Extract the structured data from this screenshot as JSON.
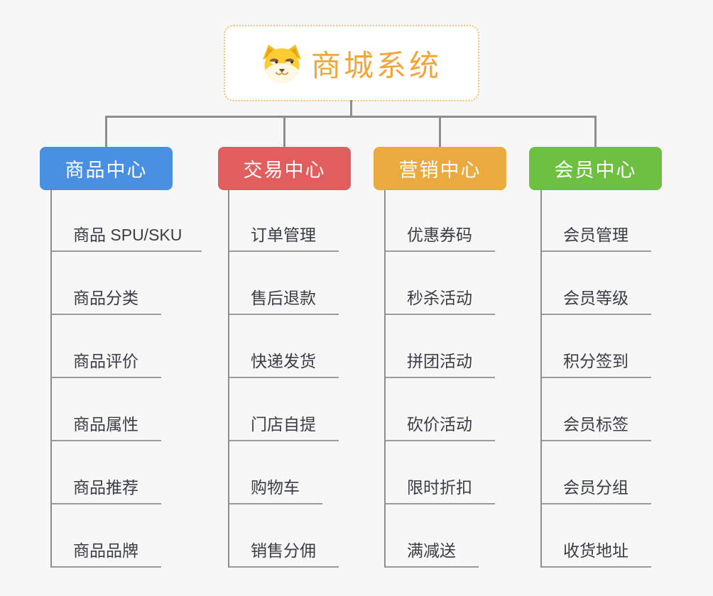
{
  "root": {
    "label": "商城系统",
    "icon": "dog-face-icon",
    "text_color": "#f1a63c",
    "border_color": "#f7bf66"
  },
  "connector_color": "#8e8e8e",
  "background_color": "#f7f7f7",
  "branches": [
    {
      "label": "商品中心",
      "color": "#4a90e2",
      "items": [
        "商品 SPU/SKU",
        "商品分类",
        "商品评价",
        "商品属性",
        "商品推荐",
        "商品品牌"
      ]
    },
    {
      "label": "交易中心",
      "color": "#e25d5d",
      "items": [
        "订单管理",
        "售后退款",
        "快递发货",
        "门店自提",
        "购物车",
        "销售分佣"
      ]
    },
    {
      "label": "营销中心",
      "color": "#ebaa3e",
      "items": [
        "优惠券码",
        "秒杀活动",
        "拼团活动",
        "砍价活动",
        "限时折扣",
        "满减送"
      ]
    },
    {
      "label": "会员中心",
      "color": "#6ec043",
      "items": [
        "会员管理",
        "会员等级",
        "积分签到",
        "会员标签",
        "会员分组",
        "收货地址"
      ]
    }
  ]
}
